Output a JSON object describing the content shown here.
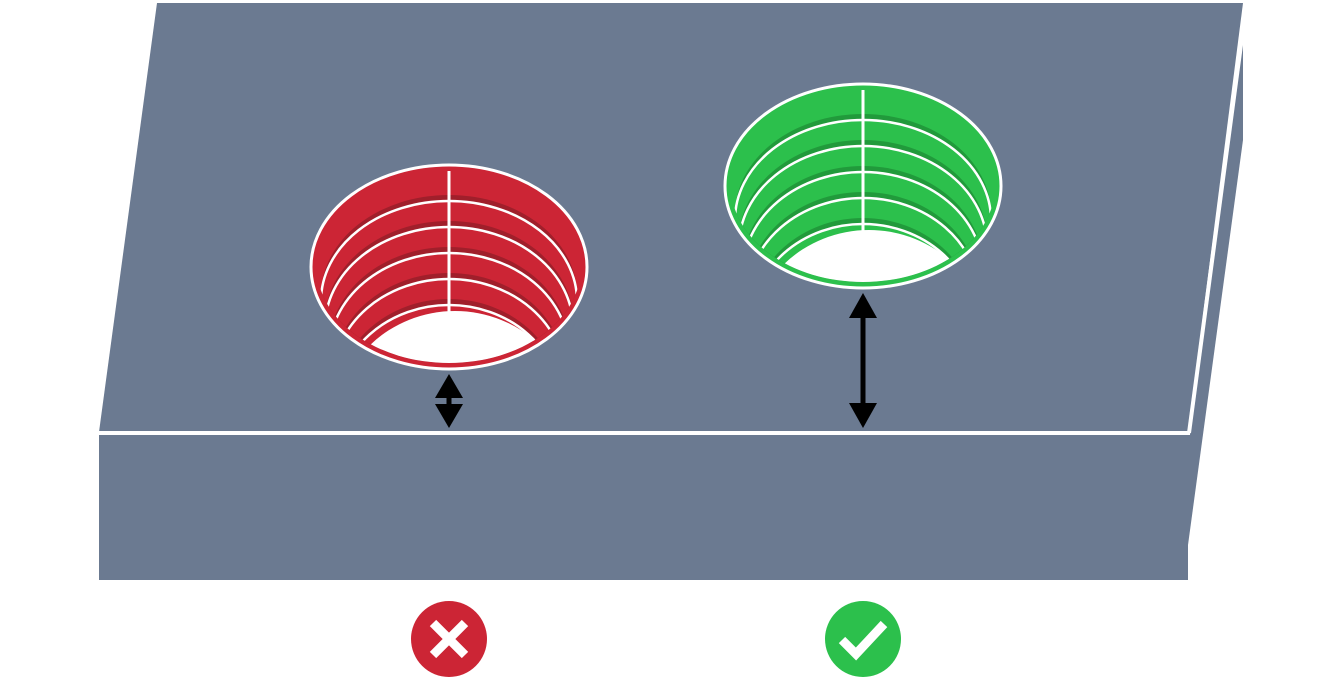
{
  "colors": {
    "block": "#6b7a91",
    "bad": "#cc2535",
    "bad_dark": "#a01f2b",
    "good": "#2cc04c",
    "good_dark": "#219a3b",
    "arrow": "#000000",
    "edge": "#ffffff"
  },
  "holes": [
    {
      "status": "incorrect",
      "icon": "x-mark-icon",
      "edge_distance": "short"
    },
    {
      "status": "correct",
      "icon": "check-mark-icon",
      "edge_distance": "long"
    }
  ]
}
